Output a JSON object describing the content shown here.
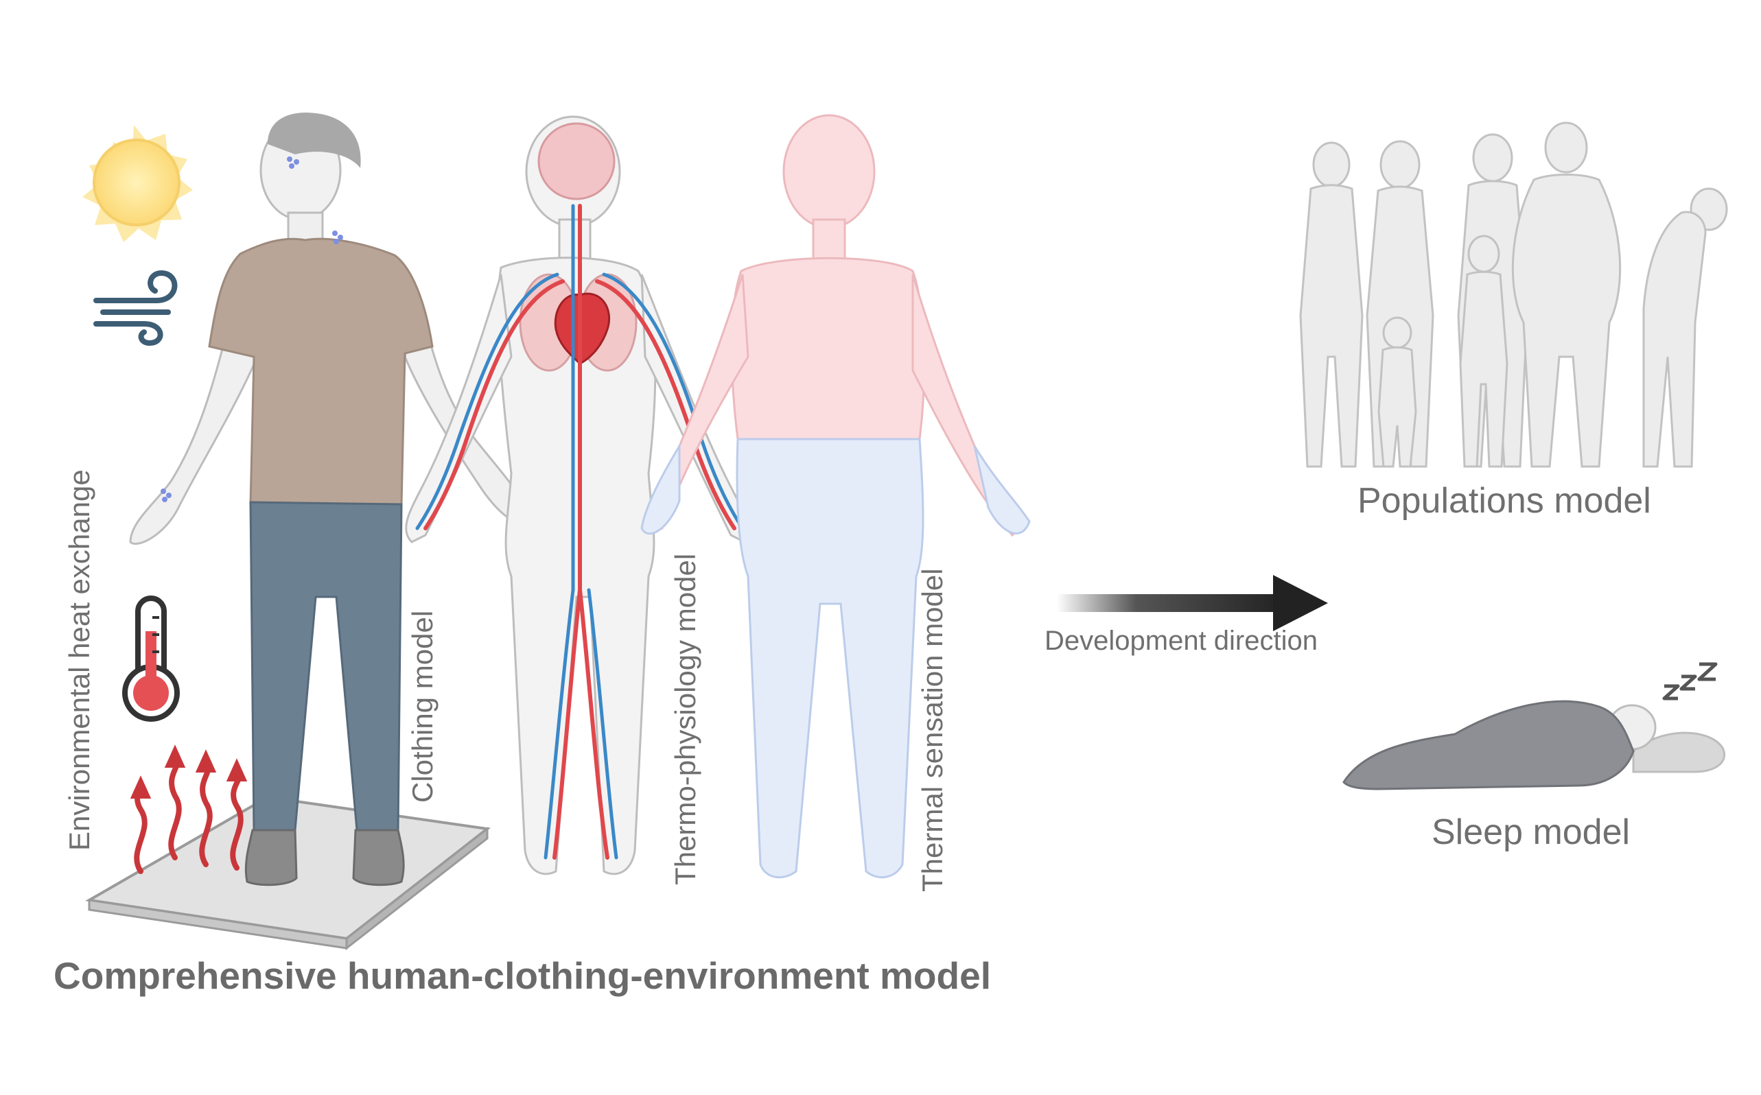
{
  "title": "Comprehensive human-clothing-environment model",
  "labels": {
    "environmental": "Environmental heat exchange",
    "clothing": "Clothing model",
    "thermo": "Thermo-physiology model",
    "sensation": "Thermal sensation model",
    "direction": "Development direction",
    "populations": "Populations model",
    "sleep": "Sleep model"
  },
  "icons": [
    "sun-icon",
    "wind-icon",
    "thermometer-icon",
    "heat-waves-icon",
    "sleep-zzz-icon"
  ],
  "colors": {
    "text": "#6f6f6f",
    "artery_red": "#e0474c",
    "vein_blue": "#3a88c8",
    "shirt": "#b9a597",
    "jeans": "#6b8091",
    "warm_skin": "#fbdde0",
    "cool_skin": "#e4ecfa",
    "sun": "#fce28a",
    "arrow": "#222222"
  }
}
